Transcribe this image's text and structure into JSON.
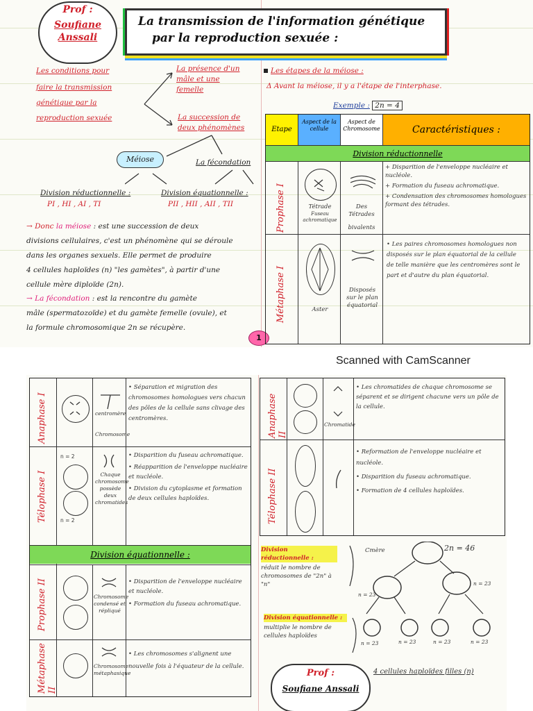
{
  "page1": {
    "author_badge": {
      "line1": "Prof :",
      "line2": "Soufiane",
      "line3": "Anssali"
    },
    "title": {
      "line1": "La transmission de l'information génétique",
      "line2": "par la reproduction sexuée :"
    },
    "conditions": {
      "line1": "Les conditions pour",
      "line2": "faire la transmission",
      "line3": "génétique par la",
      "line4": "reproduction sexuée"
    },
    "branch1": {
      "line1": "La présence d'un",
      "line2": "mâle et une",
      "line3": "femelle"
    },
    "branch2": {
      "line1": "La succession de",
      "line2": "deux phénomènes"
    },
    "meiose_label": "Méiose",
    "fecondation_label": "La fécondation",
    "div_red": {
      "label": "Division réductionnelle :",
      "phases": "PI , HI , AI , TI"
    },
    "div_eq": {
      "label": "Division équationnelle :",
      "phases": "PII , HII , AII , TII"
    },
    "para_meiose": {
      "arrow": "→ Donc",
      "term": "la méiose",
      "l1": ": est une succession de deux",
      "l2": "divisions cellulaires, c'est un phénomène qui se déroule",
      "l3": "dans les organes sexuels. Elle permet de produire",
      "l4": "4 cellules haploïdes (n) \"les gamètes\", à partir d'une",
      "l5": "cellule mère diploïde (2n)."
    },
    "para_fecond": {
      "arrow": "→",
      "term": "La fécondation",
      "l1": ": est la rencontre du gamète",
      "l2": "mâle (spermatozoïde) et du gamète femelle (ovule), et",
      "l3": "la formule chromosomique 2n se récupère."
    },
    "page_number": "1",
    "etapes_title": "Les étapes de la méiose :",
    "avant": "Δ Avant la méiose, il y a l'étape de l'interphase.",
    "exemple": "Exemple :",
    "exemple_value": "2n = 4",
    "table_headers": {
      "etape": "Etape",
      "aspect_cellule": "Aspect de la cellule",
      "aspect_chromo": "Aspect de Chromosome",
      "caract": "Caractéristiques :"
    },
    "division_red_bar": "Division réductionnelle",
    "prophase1": {
      "label": "Prophase I",
      "cell_caption": "Tétrade",
      "cell_caption2": "Fuseau achromatique",
      "chromo_caption": "Des Tétrades",
      "chromo_caption2": "bivalents",
      "c1": "+ Disparition de l'enveloppe nucléaire et nucléole.",
      "c2": "+ Formation du fuseau achromatique.",
      "c3": "+ Condensation des chromosomes homologues formant des tétrades."
    },
    "metaphase1": {
      "label": "Métaphase I",
      "cell_caption": "Aster",
      "chromo_caption": "Disposés sur le plan équatorial",
      "c1": "• Les paires chromosomes homologues non disposés sur le plan équatorial de la cellule de telle manière que les centromères sont le part et d'autre du plan équatorial."
    }
  },
  "watermark": "Scanned with CamScanner",
  "page2": {
    "anaphase1": {
      "label": "Anaphase I",
      "cap1": "centromère",
      "cap2": "Chromosome",
      "c1": "• Séparation et migration des chromosomes homologues vers chacun des pôles de la cellule sans clivage des centromères."
    },
    "telophase1": {
      "label": "Télophase I",
      "n_top": "n = 2",
      "n_bottom": "n = 2",
      "cap": "Chaque chromosome possède deux chromatides",
      "c1": "• Disparition du fuseau achromatique.",
      "c2": "• Réapparition de l'enveloppe nucléaire et nucléole.",
      "c3": "• Division du cytoplasme et formation de deux cellules haploïdes."
    },
    "division_eq_bar": "Division équationnelle :",
    "prophase2": {
      "label": "Prophase II",
      "cap": "Chromosome condensé et répliqué",
      "c1": "• Disparition de l'enveloppe nucléaire et nucléole.",
      "c2": "• Formation du fuseau achromatique."
    },
    "metaphase2": {
      "label": "Métaphase II",
      "cap": "Chromosome métaphasique",
      "c1": "• Les chromosomes s'alignent une nouvelle fois à l'équateur de la cellule."
    },
    "anaphase2": {
      "label": "Anaphase II",
      "cap": "Chromatide",
      "c1": "• Les chromatides de chaque chromosome se séparent et se dirigent chacune vers un pôle de la cellule."
    },
    "telophase2": {
      "label": "Télophase II",
      "c1": "• Reformation de l'enveloppe nucléaire et nucléole.",
      "c2": "• Disparition du fuseau achromatique.",
      "c3": "• Formation de 4 cellules haploïdes."
    },
    "summary": {
      "red_title": "Division réductionnelle :",
      "red_text": "réduit le nombre de chromosomes de \"2n\" à \"n\"",
      "eq_title": "Division équationnelle :",
      "eq_text": "multiplie le nombre de cellules haploïdes",
      "mother": "Cmère",
      "twon": "2n = 46",
      "n23a": "n = 23",
      "n23b": "n = 23",
      "n23c": "n = 23",
      "n23d": "n = 23",
      "n23e": "n = 23",
      "n23f": "n = 23",
      "footer": "4 cellules haploïdes filles (n)"
    },
    "author_badge": {
      "line1": "Prof :",
      "line2": "Soufiane Anssali"
    }
  },
  "colors": {
    "green": "#7ed957",
    "yellow": "#f5f24a",
    "red": "#d0202a",
    "blue": "#1a3a9a",
    "orange": "#ffb000"
  }
}
